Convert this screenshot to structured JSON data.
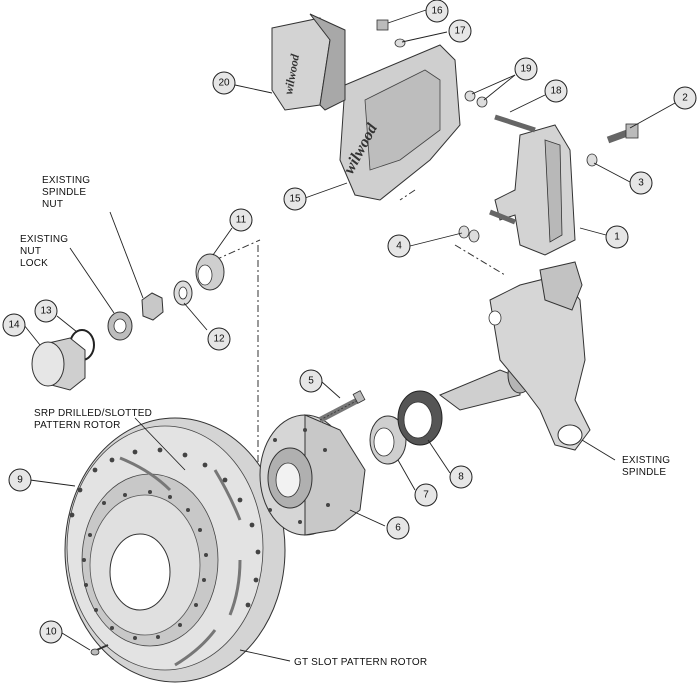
{
  "callouts": {
    "c1": "1",
    "c2": "2",
    "c3": "3",
    "c4": "4",
    "c5": "5",
    "c6": "6",
    "c7": "7",
    "c8": "8",
    "c9": "9",
    "c10": "10",
    "c11": "11",
    "c12": "12",
    "c13": "13",
    "c14": "14",
    "c15": "15",
    "c16": "16",
    "c17": "17",
    "c18": "18",
    "c19": "19",
    "c20": "20"
  },
  "labels": {
    "existing_spindle_nut": [
      "EXISTING",
      "SPINDLE",
      "NUT"
    ],
    "existing_nut_lock": [
      "EXISTING",
      "NUT",
      "LOCK"
    ],
    "srp_rotor": [
      "SRP DRILLED/SLOTTED",
      "PATTERN ROTOR"
    ],
    "existing_spindle": [
      "EXISTING",
      "SPINDLE"
    ],
    "gt_slot_rotor": "GT SLOT PATTERN ROTOR"
  },
  "branding": {
    "caliper_logo": "wilwood",
    "pad_logo": "wilwood"
  },
  "colors": {
    "part_fill": "#d9d9d9",
    "part_dark": "#9a9a9a",
    "callout_fill": "#e6e6e6",
    "line": "#222222"
  }
}
